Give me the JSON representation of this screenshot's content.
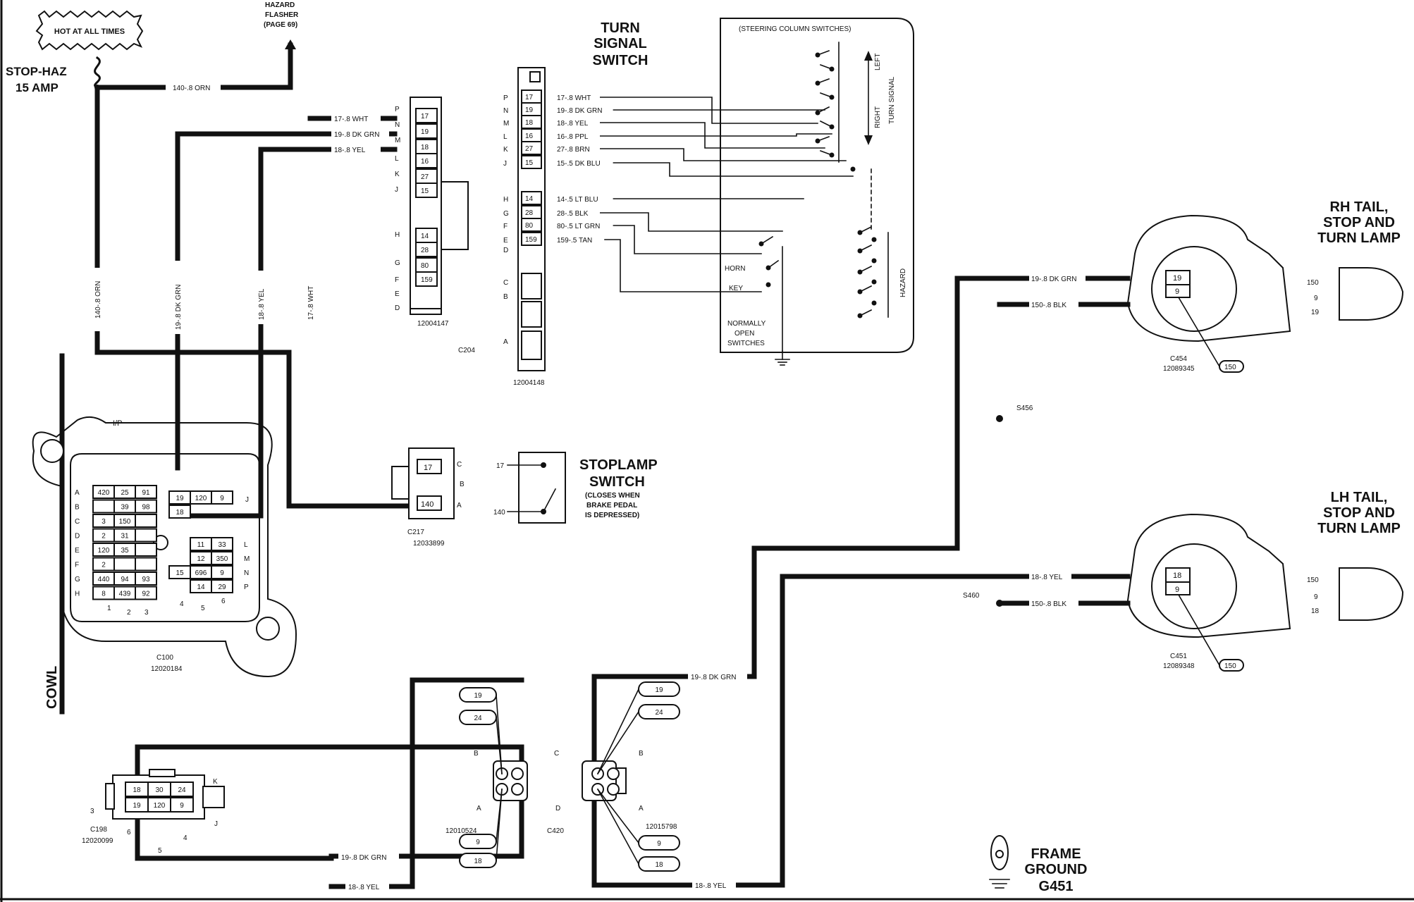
{
  "labels": {
    "hot": "HOT AT ALL TIMES",
    "fuse_1": "STOP-HAZ",
    "fuse_2": "15 AMP",
    "flasher_1": "HAZARD",
    "flasher_2": "FLASHER",
    "flasher_3": "(PAGE 69)",
    "tss_1": "TURN",
    "tss_2": "SIGNAL",
    "tss_3": "SWITCH",
    "steering": "(STEERING COLUMN SWITCHES)",
    "left": "LEFT",
    "right": "RIGHT",
    "turn_signal": "TURN SIGNAL",
    "hazard": "HAZARD",
    "horn": "HORN",
    "key": "KEY",
    "nos_1": "NORMALLY",
    "nos_2": "OPEN",
    "nos_3": "SWITCHES",
    "stop_1": "STOPLAMP",
    "stop_2": "SWITCH",
    "stop_3": "(CLOSES WHEN",
    "stop_4": "BRAKE PEDAL",
    "stop_5": "IS DEPRESSED)",
    "ip": "I/P",
    "cowl": "COWL",
    "rh_1": "RH TAIL,",
    "rh_2": "STOP AND",
    "rh_3": "TURN LAMP",
    "lh_1": "LH TAIL,",
    "lh_2": "STOP AND",
    "lh_3": "TURN LAMP",
    "fg_1": "FRAME",
    "fg_2": "GROUND",
    "fg_3": "G451"
  },
  "wires": {
    "w140_orn_h": "140-.8 ORN",
    "w140_orn_v": "140-.8 ORN",
    "w19_dkgrn_v": "19-.8 DK GRN",
    "w18_yel_v": "18-.8 YEL",
    "w17_wht_v": "17-.8 WHT",
    "w17_wht": "17-.8 WHT",
    "w19_dkgrn": "19-.8 DK GRN",
    "w18_yel": "18-.8 YEL",
    "rh_dkgrn": "19-.8 DK GRN",
    "rh_blk": "150-.8 BLK",
    "lh_yel": "18-.8 YEL",
    "lh_blk": "150-.8 BLK",
    "bot_dkgrn_1": "19-.8 DK GRN",
    "bot_dkgrn_2": "19-.8 DK GRN",
    "bot_yel_1": "18-.8 YEL",
    "bot_yel_2": "18-.8 YEL"
  },
  "switch_wires": [
    {
      "pin": "P",
      "cav": "17",
      "label": "17-.8 WHT"
    },
    {
      "pin": "N",
      "cav": "19",
      "label": "19-.8 DK GRN"
    },
    {
      "pin": "M",
      "cav": "18",
      "label": "18-.8 YEL"
    },
    {
      "pin": "L",
      "cav": "16",
      "label": "16-.8 PPL"
    },
    {
      "pin": "K",
      "cav": "27",
      "label": "27-.8 BRN"
    },
    {
      "pin": "J",
      "cav": "15",
      "label": "15-.5 DK BLU"
    },
    {
      "pin": "H",
      "cav": "14",
      "label": "14-.5 LT BLU"
    },
    {
      "pin": "G",
      "cav": "28",
      "label": "28-.5 BLK"
    },
    {
      "pin": "F",
      "cav": "80",
      "label": "80-.5 LT GRN"
    },
    {
      "pin": "E",
      "cav": "159",
      "label": "159-.5 TAN"
    }
  ],
  "c204_left": {
    "pins": [
      "P",
      "N",
      "M",
      "L",
      "K",
      "J",
      "H",
      "G",
      "F",
      "E",
      "D"
    ],
    "cavities": [
      "17",
      "19",
      "18",
      "16",
      "27",
      "15",
      "14",
      "28",
      "80",
      "159"
    ],
    "part": "12004147"
  },
  "c204_right": {
    "extra_pins": [
      "D",
      "C",
      "B",
      "A"
    ],
    "part": "12004148",
    "name": "C204"
  },
  "c217": {
    "pins": [
      "C",
      "B",
      "A"
    ],
    "cavities": [
      "17",
      "140"
    ],
    "name": "C217",
    "part": "12033899"
  },
  "stoplamp": {
    "in": "17",
    "out": "140"
  },
  "c100": {
    "name": "C100",
    "part": "12020184",
    "rows": [
      "A",
      "B",
      "C",
      "D",
      "E",
      "F",
      "G",
      "H"
    ],
    "left_cells": [
      [
        "420",
        "25",
        "91"
      ],
      [
        "",
        "39",
        "98"
      ],
      [
        "3",
        "150",
        ""
      ],
      [
        "2",
        "31",
        ""
      ],
      [
        "120",
        "35",
        ""
      ],
      [
        "2",
        "",
        ""
      ],
      [
        "440",
        "94",
        "93"
      ],
      [
        "8",
        "439",
        "92"
      ]
    ],
    "top_cells": [
      "19",
      "120",
      "9",
      "18"
    ],
    "top_letter": "J",
    "right_rows": [
      "L",
      "M",
      "N",
      "P"
    ],
    "right_cells": [
      [
        "11",
        "33"
      ],
      [
        "12",
        "350"
      ],
      [
        "15",
        "696",
        "9"
      ],
      [
        "14",
        "29"
      ]
    ],
    "bottom_nums": [
      "1",
      "2",
      "3",
      "4",
      "5",
      "6"
    ]
  },
  "c454": {
    "name": "C454",
    "part": "12089345",
    "cav_top": "19",
    "cav_bot": "9",
    "tag": "150"
  },
  "c451": {
    "name": "C451",
    "part": "12089348",
    "cav_top": "18",
    "cav_bot": "9",
    "tag": "150"
  },
  "rh_pins": [
    "150",
    "9",
    "19"
  ],
  "lh_pins": [
    "150",
    "9",
    "18"
  ],
  "splices": {
    "s456": "S456",
    "s460": "S460"
  },
  "c198": {
    "name": "C198",
    "part": "12020099",
    "cells": [
      "18",
      "30",
      "24",
      "19",
      "120",
      "9"
    ],
    "letters": [
      "K",
      "J"
    ],
    "nums": [
      "6",
      "5",
      "4",
      "3"
    ]
  },
  "c420": {
    "name": "C420",
    "left_part": "12010524",
    "right_part": "12015798",
    "left_tags": [
      "19",
      "24",
      "9",
      "18"
    ],
    "right_tags": [
      "19",
      "24",
      "9",
      "18"
    ],
    "letters": [
      "B",
      "C",
      "A",
      "D",
      "B",
      "A"
    ]
  }
}
